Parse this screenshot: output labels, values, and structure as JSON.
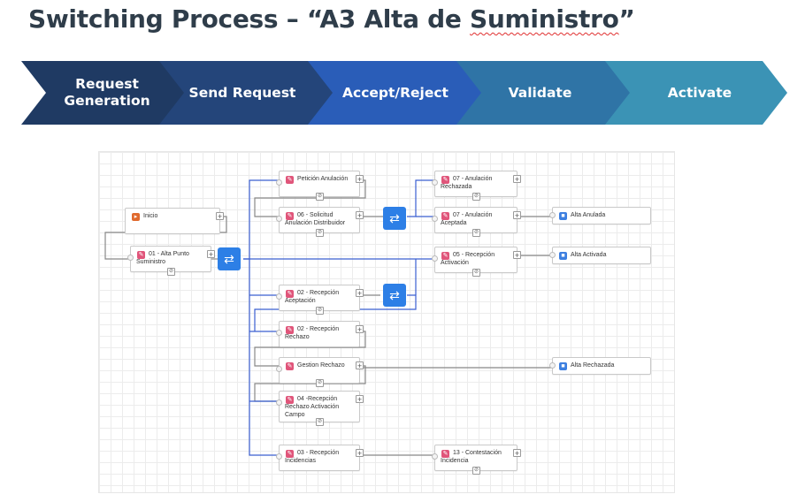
{
  "page": {
    "title_prefix": "Switching Process – “A3 Alta de ",
    "title_squiggle": "Suministro",
    "title_suffix": "”"
  },
  "stages": [
    {
      "line1": "Request",
      "line2": "Generation",
      "color": "#1f3a63"
    },
    {
      "line1": "Send Request",
      "line2": "",
      "color": "#24457a"
    },
    {
      "line1": "Accept/Reject",
      "line2": "",
      "color": "#2a5db8"
    },
    {
      "line1": "Validate",
      "line2": "",
      "color": "#2f74a6"
    },
    {
      "line1": "Activate",
      "line2": "",
      "color": "#3b93b5"
    }
  ],
  "flow": {
    "nodes": {
      "inicio": "Inicio",
      "n01": "01 - Alta Punto Suministro",
      "peticion": "Petición Anulación",
      "n06": "06 - Solicitud Anulación Distribuidor",
      "n02a": "02 - Recepción Aceptación",
      "n02r": "02 - Recepción Rechazo",
      "gestion": "Gestion Rechazo",
      "n04": "04 -Recepción Rechazo Activación Campo",
      "n03": "03 - Recepción Incidencias",
      "n07r": "07 - Anulación Rechazada",
      "n07a": "07 - Anulación Aceptada",
      "n05": "05 - Recepción Activación",
      "n13": "13 - Contestación Incidencia",
      "anulada": "Alta Anulada",
      "activada": "Alta Activada",
      "rechazada": "Alta Rechazada"
    },
    "plus_symbol": "+",
    "icons": {
      "task": "edit-icon",
      "start": "start-icon",
      "end": "end-icon",
      "gateway": "gateway-icon"
    },
    "wire_color": "#3b5fd1"
  }
}
